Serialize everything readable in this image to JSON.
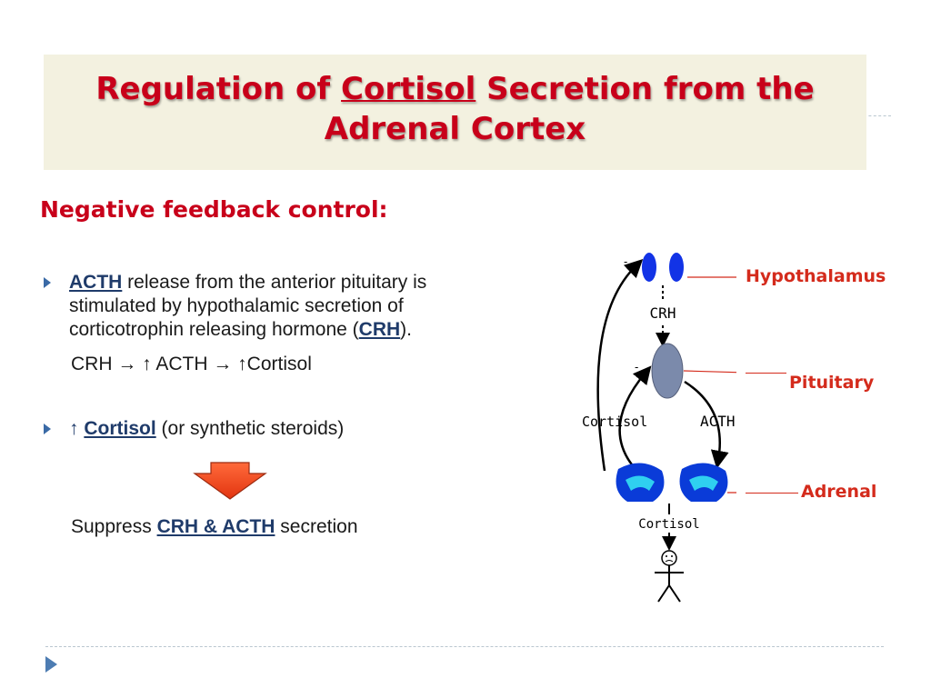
{
  "slide": {
    "title_pre": "Regulation of ",
    "title_keyword": "Cortisol",
    "title_post": " Secretion from the Adrenal Cortex",
    "subheading": "Negative feedback control:",
    "bullet1": {
      "keyword": "ACTH",
      "text_a": " release from the anterior pituitary is",
      "text_b": "stimulated by hypothalamic secretion of",
      "text_c": "corticotrophin releasing hormone (",
      "keyword2": "CRH",
      "text_d": ")."
    },
    "equation": "CRH → ↑ ACTH  → ↑Cortisol",
    "bullet2": {
      "arrow": "↑",
      "keyword": "Cortisol",
      "text": " (or synthetic steroids)"
    },
    "suppress": {
      "text_a": "Suppress ",
      "keyword": "CRH & ACTH",
      "text_b": " secretion"
    }
  },
  "diagram": {
    "label_hypothalamus": "Hypothalamus",
    "label_pituitary": "Pituitary",
    "label_adrenal": "Adrenal",
    "text_crh": "CRH",
    "text_acth": "ACTH",
    "text_cortisol_left": "Cortisol",
    "text_cortisol_bottom": "Cortisol",
    "minus": "-"
  },
  "colors": {
    "title_red": "#c8001a",
    "label_red": "#d42b1c",
    "keyword_blue": "#1f3b6a",
    "arrow_orange": "#f0471e",
    "hypothalamus_blue": "#1233e6",
    "adrenal_blue": "#0a3bd8",
    "adrenal_cyan": "#2fd0f0",
    "pituitary_gray": "#7b8aab"
  },
  "icons": [
    "bullet-arrow-icon",
    "down-arrow-icon",
    "stick-figure-icon",
    "next-slide-icon"
  ]
}
